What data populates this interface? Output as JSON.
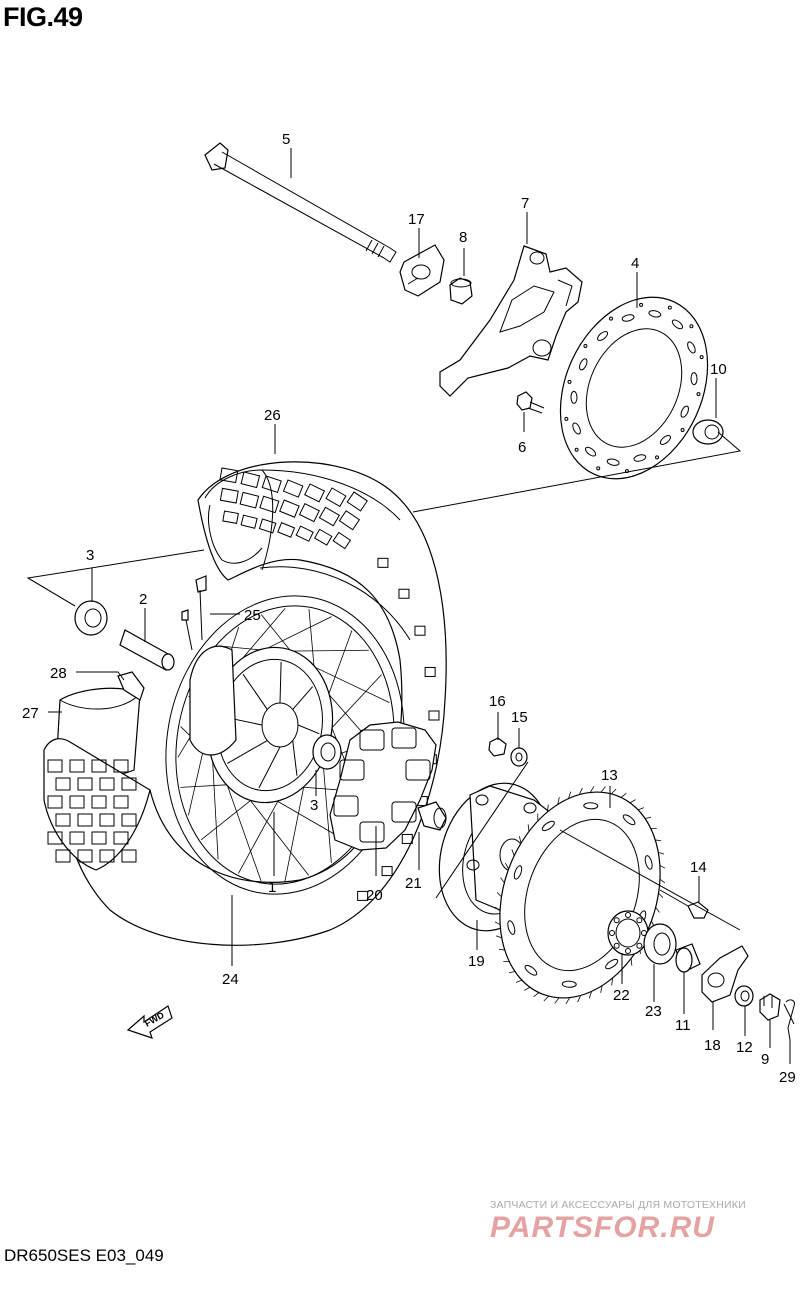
{
  "figure": {
    "title": "FIG.49",
    "footer": "DR650SES E03_049",
    "direction_arrow_label": "FWD"
  },
  "watermark": {
    "subtitle": "ЗАПЧАСТИ И АКСЕССУАРЫ ДЛЯ МОТОТЕХНИКИ",
    "brand": "PARTSFOR.RU"
  },
  "callouts": [
    {
      "id": "c1",
      "number": "1"
    },
    {
      "id": "c2",
      "number": "2"
    },
    {
      "id": "c3a",
      "number": "3"
    },
    {
      "id": "c3b",
      "number": "3"
    },
    {
      "id": "c4",
      "number": "4"
    },
    {
      "id": "c5",
      "number": "5"
    },
    {
      "id": "c6",
      "number": "6"
    },
    {
      "id": "c7",
      "number": "7"
    },
    {
      "id": "c8",
      "number": "8"
    },
    {
      "id": "c9",
      "number": "9"
    },
    {
      "id": "c10",
      "number": "10"
    },
    {
      "id": "c11",
      "number": "11"
    },
    {
      "id": "c12",
      "number": "12"
    },
    {
      "id": "c13",
      "number": "13"
    },
    {
      "id": "c14",
      "number": "14"
    },
    {
      "id": "c15",
      "number": "15"
    },
    {
      "id": "c16",
      "number": "16"
    },
    {
      "id": "c17",
      "number": "17"
    },
    {
      "id": "c18",
      "number": "18"
    },
    {
      "id": "c19",
      "number": "19"
    },
    {
      "id": "c20",
      "number": "20"
    },
    {
      "id": "c21",
      "number": "21"
    },
    {
      "id": "c22",
      "number": "22"
    },
    {
      "id": "c23",
      "number": "23"
    },
    {
      "id": "c24",
      "number": "24"
    },
    {
      "id": "c25",
      "number": "25"
    },
    {
      "id": "c26",
      "number": "26"
    },
    {
      "id": "c27",
      "number": "27"
    },
    {
      "id": "c28",
      "number": "28"
    },
    {
      "id": "c29",
      "number": "29"
    }
  ]
}
